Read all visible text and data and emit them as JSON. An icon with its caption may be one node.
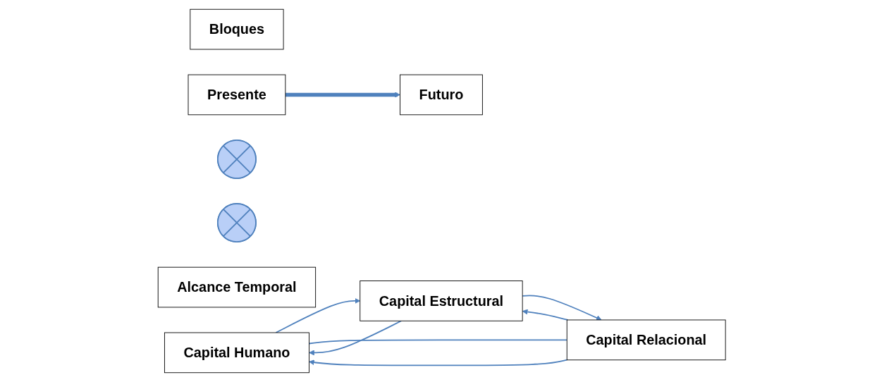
{
  "diagram": {
    "nodes": [
      {
        "text": [
          "Bloques"
        ]
      },
      {
        "text": [
          "Capital Humano"
        ]
      },
      {
        "text": [],
        "shape": "cross"
      },
      {
        "text": [
          "Capital Estructural"
        ]
      },
      {
        "text": [],
        "shape": "cross"
      },
      {
        "text": [
          "Capital Relacional"
        ]
      },
      {
        "text": [
          "Alcance Temporal"
        ]
      },
      {
        "text": [
          "Presente"
        ]
      },
      {
        "text": [
          "Futuro"
        ]
      }
    ],
    "edges": [
      {
        "from": 5,
        "to": 1,
        "arrow": "to"
      },
      {
        "from": 3,
        "to": 1,
        "arrow": "to"
      },
      {
        "from": 5,
        "to": 3,
        "arrow": "to"
      },
      {
        "from": 1,
        "to": 3,
        "arrow": "to"
      },
      {
        "from": 3,
        "to": 5,
        "arrow": "to"
      },
      {
        "from": 1,
        "to": 5,
        "arrow": "none"
      },
      {
        "from": 7,
        "to": 8,
        "arrow": "to",
        "style": "thick"
      }
    ]
  }
}
